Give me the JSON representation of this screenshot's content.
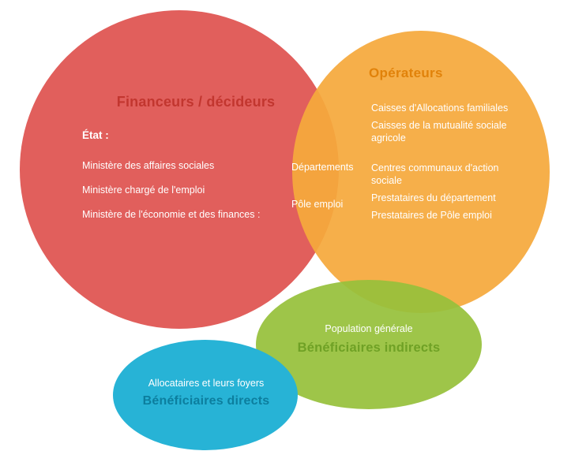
{
  "venn": {
    "financeurs": {
      "title": "Financeurs / décideurs",
      "heading": "État :",
      "items": [
        "Ministère des affaires sociales",
        "Ministère chargé de l'emploi",
        "Ministère de l'économie et des finances :"
      ]
    },
    "overlap": {
      "items": [
        "Départements",
        "Pôle emploi"
      ]
    },
    "operateurs": {
      "title": "Opérateurs",
      "items": [
        "Caisses d'Allocations familiales",
        "Caisses de la mutualité sociale agricole",
        "Centres communaux d'action sociale",
        "Prestataires du département",
        "Prestataires de Pôle emploi"
      ]
    },
    "beneficiaires_indirects": {
      "label": "Population générale",
      "title": "Bénéficiaires indirects"
    },
    "beneficiaires_directs": {
      "label": "Allocataires et leurs foyers",
      "title": "Bénéficiaires directs"
    },
    "colors": {
      "financeurs_fill": "#E15F5C",
      "operateurs_fill": "#F5A93C",
      "indirects_fill": "#97C13B",
      "directs_fill": "#27B3D6",
      "financeurs_title": "#C2362F",
      "operateurs_title": "#E1820A",
      "indirects_title": "#6FA125",
      "directs_title": "#0C7E9E",
      "body_text": "#FFFFFF"
    }
  }
}
